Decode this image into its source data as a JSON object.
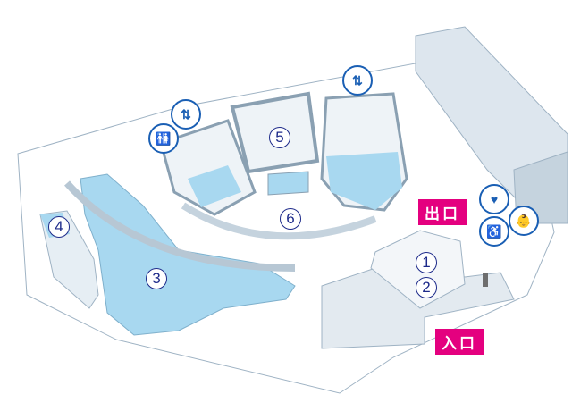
{
  "map": {
    "areas": [
      {
        "id": "1",
        "label": "1"
      },
      {
        "id": "2",
        "label": "2"
      },
      {
        "id": "3",
        "label": "3"
      },
      {
        "id": "4",
        "label": "4"
      },
      {
        "id": "5",
        "label": "5"
      },
      {
        "id": "6",
        "label": "6"
      }
    ],
    "exit_label": "出口",
    "entrance_label": "入口",
    "icons": [
      {
        "name": "elevator-icon",
        "glyph": "⇅"
      },
      {
        "name": "restroom-icon",
        "glyph": "🚻"
      },
      {
        "name": "elevator-icon",
        "glyph": "⇅"
      },
      {
        "name": "heart-icon",
        "glyph": "♥"
      },
      {
        "name": "restroom-accessible-icon",
        "glyph": "♿"
      },
      {
        "name": "baby-changing-icon",
        "glyph": "👶"
      }
    ],
    "colors": {
      "water": "#a8d8f0",
      "wall": "#c5d3de",
      "accent": "#e4007f",
      "number": "#1d2a8a",
      "icon": "#1a5fb4"
    }
  }
}
